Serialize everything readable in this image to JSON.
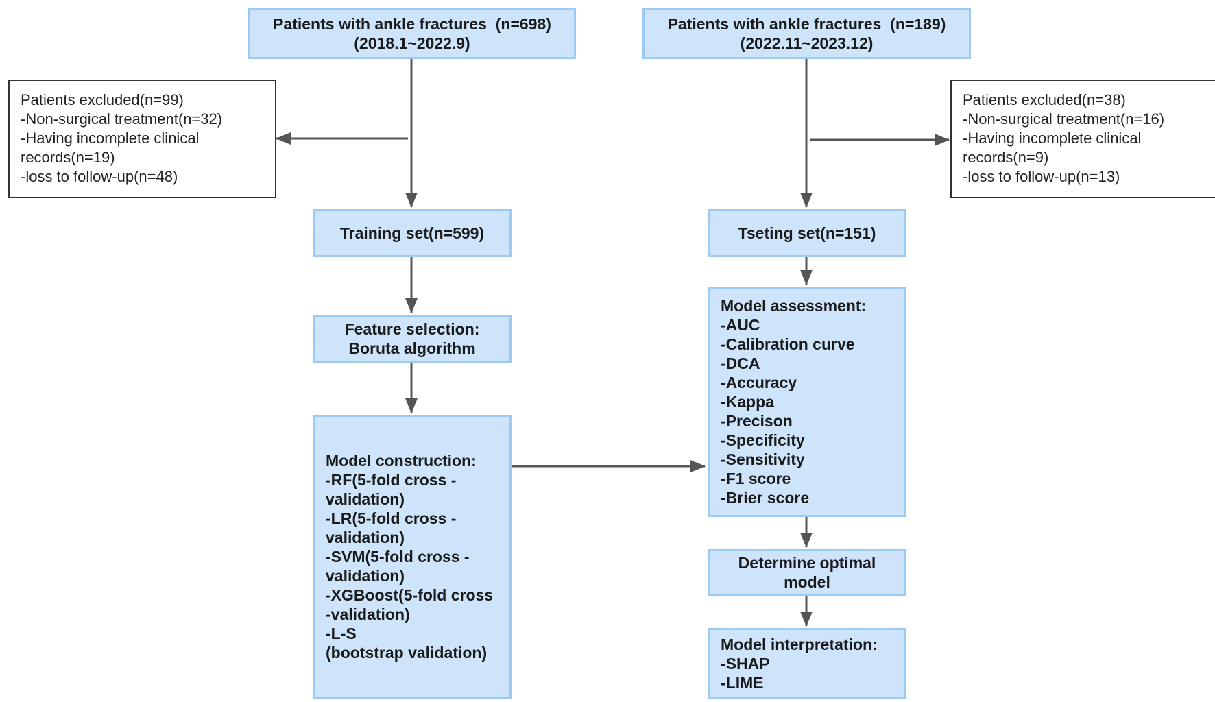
{
  "left_source": {
    "line1": "Patients with ankle fractures  (n=698)",
    "line2": "(2018.1~2022.9)"
  },
  "right_source": {
    "line1": "Patients with ankle fractures  (n=189)",
    "line2": "(2022.11~2023.12)"
  },
  "left_excluded": [
    "Patients excluded(n=99)",
    "-Non-surgical treatment(n=32)",
    "-Having incomplete clinical",
    "records(n=19)",
    "-loss to follow-up(n=48)"
  ],
  "right_excluded": [
    "Patients excluded(n=38)",
    "-Non-surgical treatment(n=16)",
    "-Having incomplete clinical",
    "records(n=9)",
    "-loss to follow-up(n=13)"
  ],
  "training_set": "Training set(n=599)",
  "testing_set": "Tseting set(n=151)",
  "feature_selection": [
    "Feature selection:",
    "Boruta algorithm"
  ],
  "model_construction": [
    "Model construction:",
    "-RF(5-fold cross -",
    "validation)",
    "-LR(5-fold cross -",
    "validation)",
    "-SVM(5-fold cross -",
    "validation)",
    "-XGBoost(5-fold cross",
    "-validation)",
    "-L-S",
    "(bootstrap validation)"
  ],
  "model_assessment": [
    "Model assessment:",
    "-AUC",
    "-Calibration curve",
    "-DCA",
    "-Accuracy",
    "-Kappa",
    "-Precison",
    "-Specificity",
    "-Sensitivity",
    "-F1 score",
    "-Brier score"
  ],
  "determine_optimal": [
    "Determine optimal",
    "model"
  ],
  "model_interpretation": [
    "Model interpretation:",
    "-SHAP",
    "-LIME"
  ],
  "colors": {
    "box_fill": "#cde4fb",
    "box_border": "#9ccaf3",
    "arrow": "#555555",
    "exclusion_border": "#333333"
  }
}
